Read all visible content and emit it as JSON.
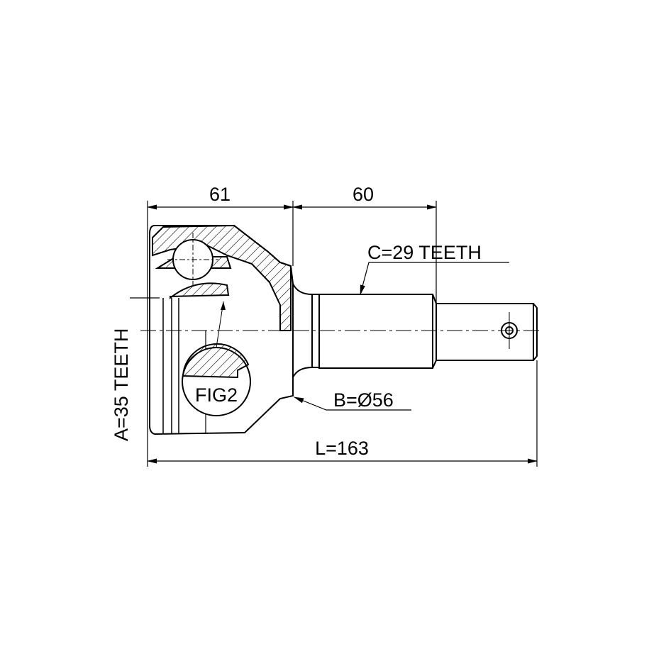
{
  "dimensions": {
    "width_body": "61",
    "width_shaft": "60",
    "length": "L=163",
    "outer_spline": "C=29 TEETH",
    "abs_diameter": "B=Ø56",
    "inner_spline": "A=35 TEETH"
  },
  "detail_label": "FIG2",
  "colors": {
    "line": "#000000",
    "background": "#ffffff"
  }
}
